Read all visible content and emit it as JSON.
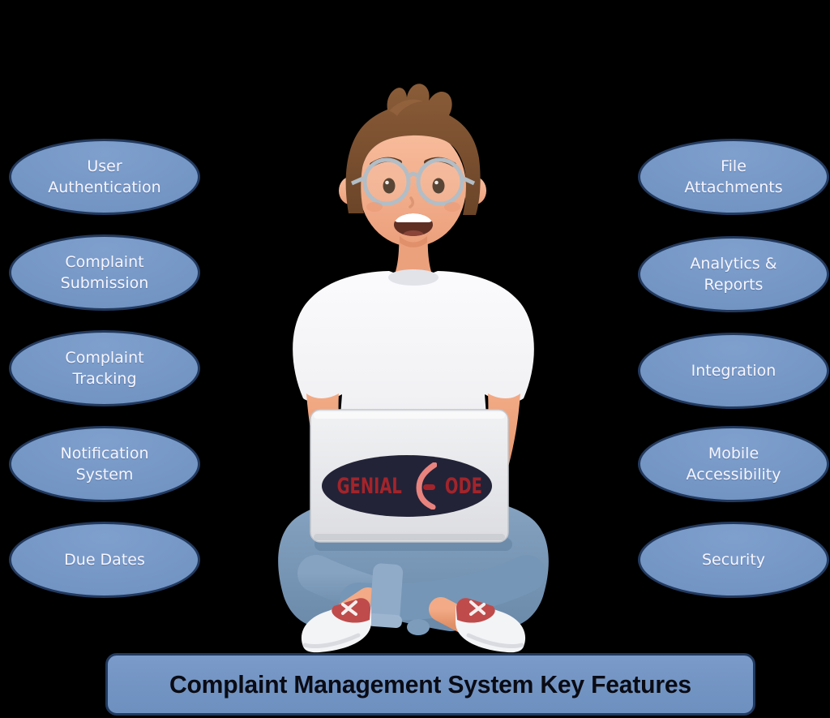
{
  "title": {
    "text": "Complaint Management System Key Features"
  },
  "features": {
    "left": [
      "User\nAuthentication",
      "Complaint\nSubmission",
      "Complaint\nTracking",
      "Notification\nSystem",
      "Due Dates"
    ],
    "right": [
      "File\nAttachments",
      "Analytics &\nReports",
      "Integration",
      "Mobile\nAccessibility",
      "Security"
    ]
  },
  "laptop_logo": {
    "left_text": "GENIAL",
    "right_text": "ODE"
  },
  "colors": {
    "background": "#000000",
    "bubble_fill": "#7294c3",
    "bubble_border": "#233a5e",
    "bubble_text": "#f7f5ff",
    "title_bar_fill": "#7294c3",
    "title_bar_border": "#223a5e",
    "title_text": "#0a0b14",
    "logo_background": "#232338",
    "logo_red": "#a3242a",
    "logo_pink": "#e8837e"
  }
}
